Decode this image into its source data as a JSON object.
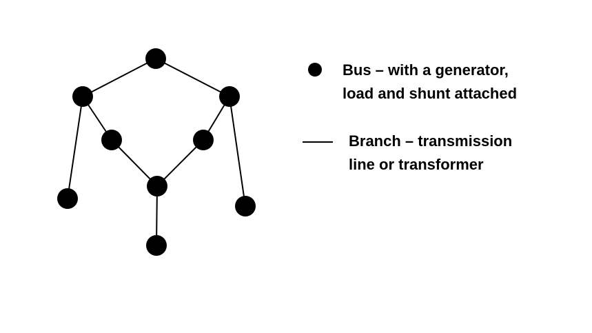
{
  "diagram": {
    "node_color": "#000000",
    "edge_color": "#000000",
    "nodes": [
      {
        "id": "top"
      },
      {
        "id": "upper-left"
      },
      {
        "id": "upper-right"
      },
      {
        "id": "mid-left"
      },
      {
        "id": "mid-right"
      },
      {
        "id": "center"
      },
      {
        "id": "lower-left"
      },
      {
        "id": "lower-right"
      },
      {
        "id": "bottom"
      }
    ],
    "edges": [
      [
        "top",
        "upper-left"
      ],
      [
        "top",
        "upper-right"
      ],
      [
        "upper-left",
        "mid-left"
      ],
      [
        "upper-right",
        "mid-right"
      ],
      [
        "upper-left",
        "lower-left"
      ],
      [
        "upper-right",
        "lower-right"
      ],
      [
        "mid-left",
        "center"
      ],
      [
        "mid-right",
        "center"
      ],
      [
        "center",
        "bottom"
      ]
    ]
  },
  "legend": {
    "bus_line1": "Bus – with a generator,",
    "bus_line2": "load and shunt attached",
    "branch_line1": "Branch – transmission",
    "branch_line2": "line or transformer"
  }
}
